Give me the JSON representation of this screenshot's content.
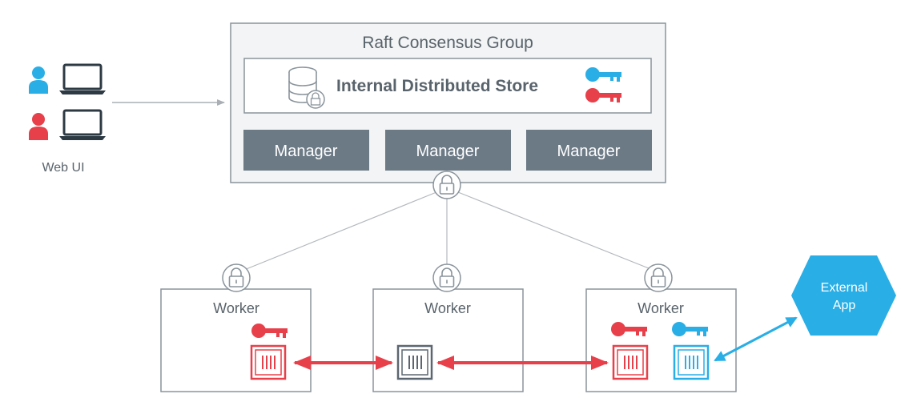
{
  "colors": {
    "box_border": "#8a949c",
    "box_fill": "#f2f4f5",
    "manager_fill": "#6c7a86",
    "red": "#e8404a",
    "blue": "#29aee6",
    "gray": "#5c6670",
    "line": "#b4b9bd"
  },
  "raft_group": {
    "title": "Raft Consensus Group",
    "store_label": "Internal Distributed Store",
    "store_icon": "database-lock-icon",
    "keys": [
      "blue-key-icon",
      "red-key-icon"
    ]
  },
  "managers": [
    {
      "label": "Manager"
    },
    {
      "label": "Manager"
    },
    {
      "label": "Manager"
    }
  ],
  "web_ui": {
    "label": "Web UI",
    "users": [
      "blue-user-laptop-icon",
      "red-user-laptop-icon"
    ]
  },
  "workers": [
    {
      "label": "Worker",
      "keys": [
        "red"
      ],
      "containers": [
        "red"
      ]
    },
    {
      "label": "Worker",
      "keys": [],
      "containers": [
        "gray"
      ]
    },
    {
      "label": "Worker",
      "keys": [
        "red",
        "blue"
      ],
      "containers": [
        "red",
        "blue"
      ]
    }
  ],
  "external_app": {
    "label_line1": "External",
    "label_line2": "App"
  }
}
